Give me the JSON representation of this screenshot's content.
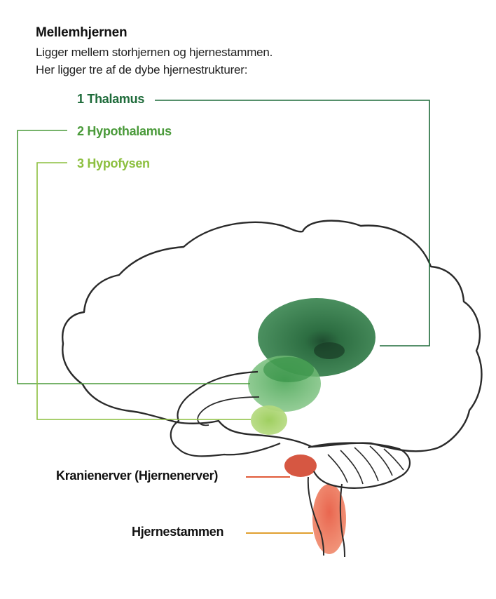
{
  "title": "Mellemhjernen",
  "subtitle_lines": [
    "Ligger mellem storhjernen og hjernestammen.",
    "Her ligger tre af de dybe hjernestrukturer:"
  ],
  "structures": [
    {
      "label": "1 Thalamus",
      "color": "#1e6b3a"
    },
    {
      "label": "2 Hypothalamus",
      "color": "#4a9a3a"
    },
    {
      "label": "3 Hypofysen",
      "color": "#8cbf3f"
    }
  ],
  "bottom_labels": [
    {
      "label": "Kranienerver (Hjernenerver)",
      "line_color": "#e05a3a"
    },
    {
      "label": "Hjernestammen",
      "line_color": "#e0a030"
    }
  ]
}
